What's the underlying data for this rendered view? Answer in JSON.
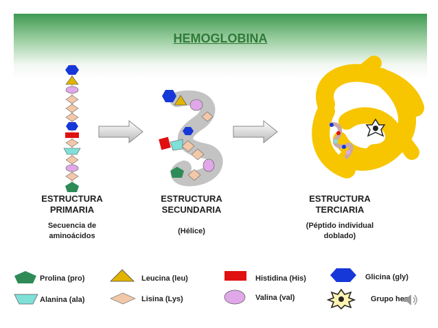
{
  "title": "HEMOGLOBINA",
  "stages": [
    {
      "label_1": "ESTRUCTURA",
      "label_2": "PRIMARIA",
      "sub_1": "Secuencia de",
      "sub_2": "aminoácidos"
    },
    {
      "label_1": "ESTRUCTURA",
      "label_2": "SECUNDARIA",
      "sub_1": "(Hélice)",
      "sub_2": ""
    },
    {
      "label_1": "ESTRUCTURA",
      "label_2": "TERCIARIA",
      "sub_1": "(Péptido individual",
      "sub_2": "doblado)"
    }
  ],
  "legend": {
    "prolina": "Prolina (pro)",
    "alanina": "Alanina (ala)",
    "leucina": "Leucina (leu)",
    "lisina": "Lisina (Lys)",
    "histidina": "Histidina (His)",
    "valina": "Valina (val)",
    "glicina": "Glicina (gly)",
    "grupo_hem": "Grupo hem"
  },
  "colors": {
    "prolina": "#2e8b57",
    "alanina": "#7fe0d8",
    "leucina": "#e0b400",
    "lisina": "#f3c8a8",
    "histidina": "#e01010",
    "valina": "#e0a8e8",
    "glicina": "#1638d8",
    "tertiary_fold": "#f7c600"
  }
}
